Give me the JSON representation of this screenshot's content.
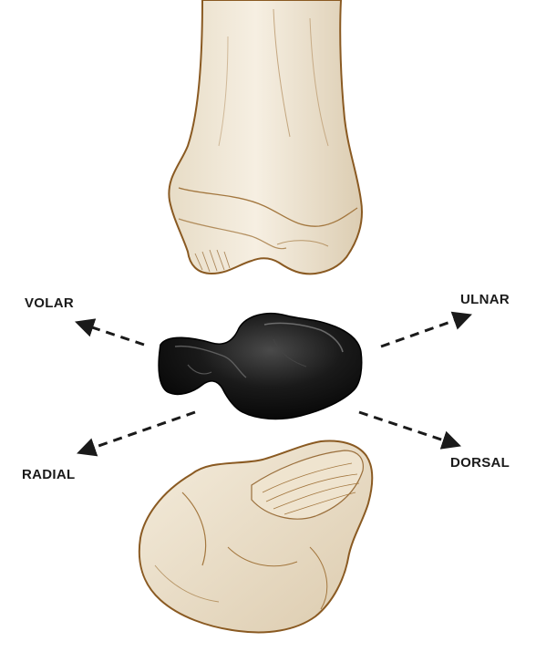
{
  "labels": {
    "volar": "VOLAR",
    "ulnar": "ULNAR",
    "radial": "RADIAL",
    "dorsal": "DORSAL"
  },
  "colors": {
    "bone_fill": "#efe6d4",
    "bone_shadow": "#d8c9ae",
    "bone_outline": "#8a5a22",
    "implant": "#111111",
    "arrow": "#1a1a1a"
  }
}
